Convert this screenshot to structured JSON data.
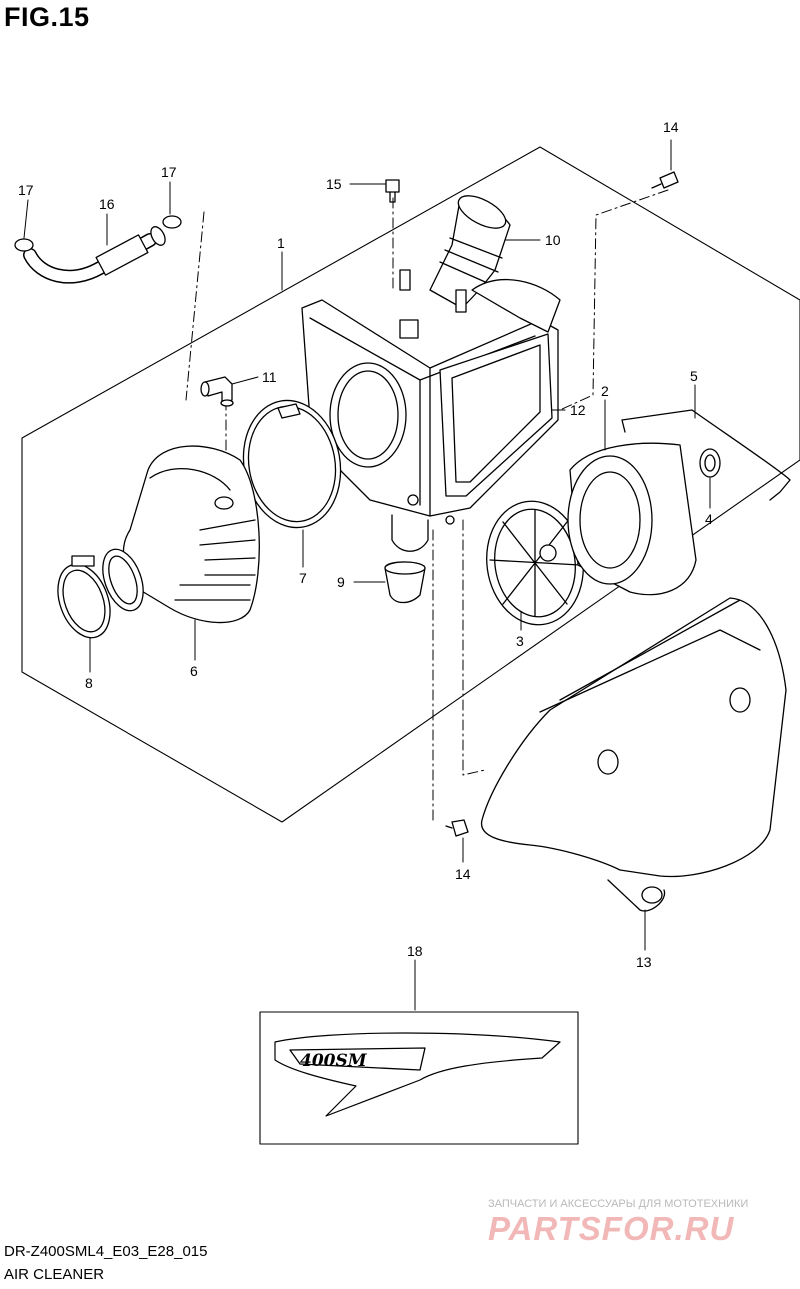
{
  "figure": {
    "title": "FIG.15",
    "model_code": "DR-Z400SML4_E03_E28_015",
    "name": "AIR CLEANER"
  },
  "callouts": [
    {
      "id": "c1",
      "label": "1"
    },
    {
      "id": "c2",
      "label": "2"
    },
    {
      "id": "c3",
      "label": "3"
    },
    {
      "id": "c4",
      "label": "4"
    },
    {
      "id": "c5",
      "label": "5"
    },
    {
      "id": "c6",
      "label": "6"
    },
    {
      "id": "c7",
      "label": "7"
    },
    {
      "id": "c8",
      "label": "8"
    },
    {
      "id": "c9",
      "label": "9"
    },
    {
      "id": "c10",
      "label": "10"
    },
    {
      "id": "c11",
      "label": "11"
    },
    {
      "id": "c12",
      "label": "12"
    },
    {
      "id": "c13",
      "label": "13"
    },
    {
      "id": "c14a",
      "label": "14"
    },
    {
      "id": "c14b",
      "label": "14"
    },
    {
      "id": "c15",
      "label": "15"
    },
    {
      "id": "c16",
      "label": "16"
    },
    {
      "id": "c17a",
      "label": "17"
    },
    {
      "id": "c17b",
      "label": "17"
    },
    {
      "id": "c18",
      "label": "18"
    }
  ],
  "decal_text": "400SM",
  "watermark": {
    "line1": "ЗАПЧАСТИ И АКСЕССУАРЫ ДЛЯ МОТОТЕХНИКИ",
    "logo": "PARTSFOR.RU"
  }
}
